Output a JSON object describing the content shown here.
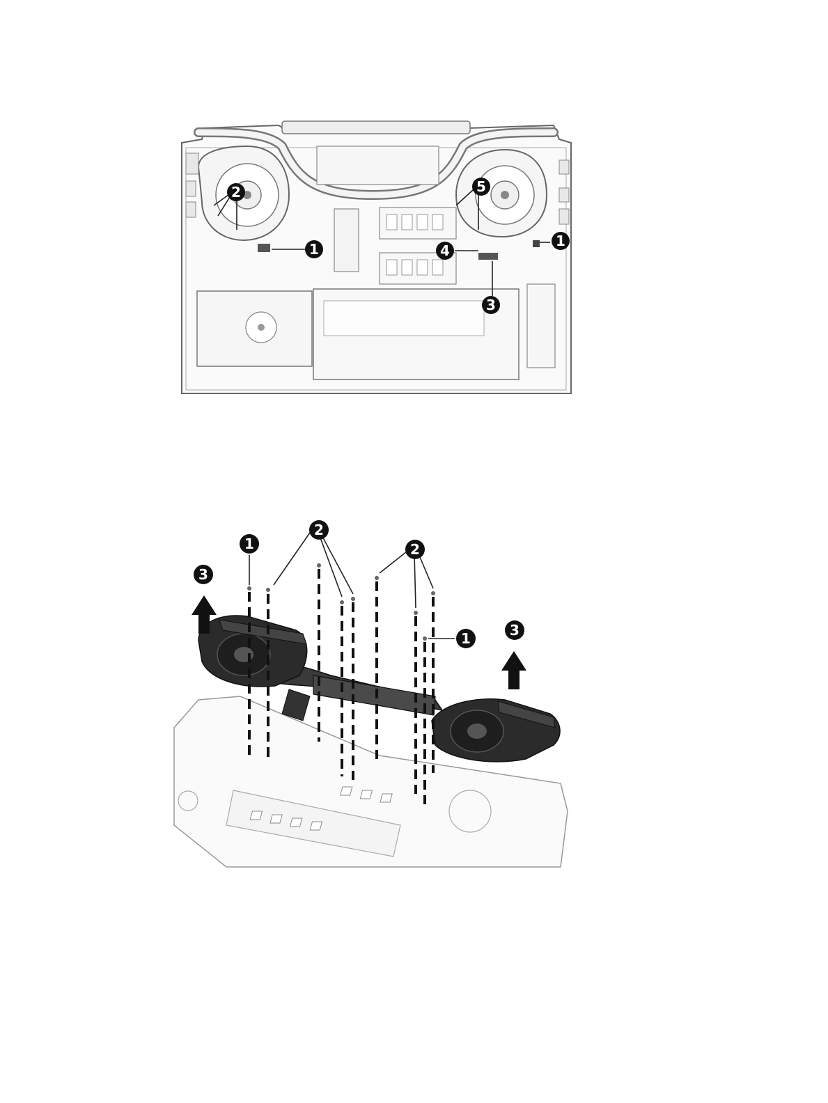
{
  "figure_top": {
    "callouts": [
      {
        "label": "1"
      },
      {
        "label": "1"
      },
      {
        "label": "2"
      },
      {
        "label": "3"
      },
      {
        "label": "4"
      },
      {
        "label": "5"
      }
    ]
  },
  "figure_bottom": {
    "callouts": [
      {
        "label": "1"
      },
      {
        "label": "1"
      },
      {
        "label": "2"
      },
      {
        "label": "2"
      },
      {
        "label": "3"
      },
      {
        "label": "3"
      }
    ]
  },
  "colors": {
    "line": "#555555",
    "callout_fill": "#111111",
    "fan_dark": "#2b2b2b"
  }
}
